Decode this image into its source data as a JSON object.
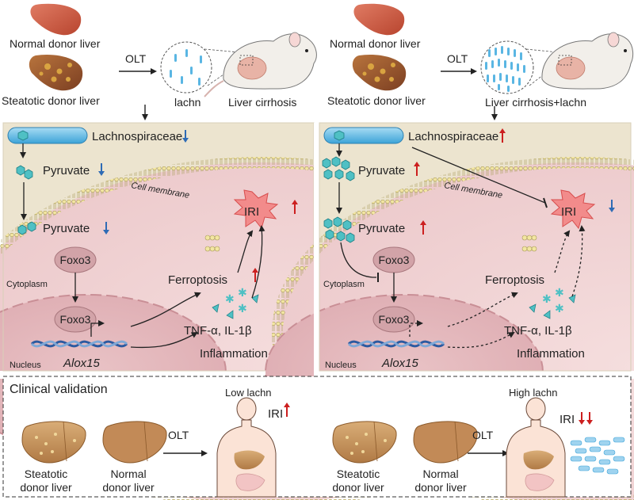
{
  "left_top": {
    "normal_liver": "Normal donor liver",
    "steatotic_liver": "Steatotic donor liver",
    "olt": "OLT",
    "bacteria_label": "lachn",
    "mouse_label": "Liver cirrhosis"
  },
  "right_top": {
    "normal_liver": "Normal donor liver",
    "steatotic_liver": "Steatotic donor liver",
    "olt": "OLT",
    "mouse_label": "Liver cirrhosis+lachn"
  },
  "left_panel": {
    "bacterium": "Lachnospiraceae",
    "pyruvate_out": "Pyruvate",
    "pyruvate_in": "Pyruvate",
    "membrane": "Cell membrane",
    "iri": "IRI",
    "foxo3_cyto": "Foxo3",
    "foxo3_nuc": "Foxo3",
    "cytoplasm": "Cytoplasm",
    "nucleus": "Nucleus",
    "gene": "Alox15",
    "ferroptosis": "Ferroptosis",
    "cytokines": "TNF-α, IL-1β",
    "inflammation": "Inflammation"
  },
  "right_panel": {
    "bacterium": "Lachnospiraceae",
    "pyruvate_out": "Pyruvate",
    "pyruvate_in": "Pyruvate",
    "membrane": "Cell membrane",
    "iri": "IRI",
    "foxo3_cyto": "Foxo3",
    "foxo3_nuc": "Foxo3",
    "cytoplasm": "Cytoplasm",
    "nucleus": "Nucleus",
    "gene": "Alox15",
    "ferroptosis": "Ferroptosis",
    "cytokines": "TNF-α, IL-1β",
    "inflammation": "Inflammation"
  },
  "clinical": {
    "title": "Clinical validation",
    "left": {
      "steatotic_a": "Steatotic",
      "steatotic_b": "donor liver",
      "normal_a": "Normal",
      "normal_b": "donor liver",
      "olt": "OLT",
      "group": "Low lachn",
      "iri": "IRI"
    },
    "right": {
      "steatotic_a": "Steatotic",
      "steatotic_b": "donor liver",
      "normal_a": "Normal",
      "normal_b": "donor liver",
      "olt": "OLT",
      "group": "High lachn",
      "iri": "IRI"
    }
  },
  "colors": {
    "up_arrow": "#cc1f1f",
    "down_arrow": "#2e6bb5",
    "panel_bg": "#ece4cf",
    "cell_bg": "#f0d6d6",
    "nucleus_bg": "#e6bcc1",
    "pyruvate": "#4fc0c4",
    "bacterium": "#5ab6e3",
    "iri_burst": "#f28b8b"
  }
}
